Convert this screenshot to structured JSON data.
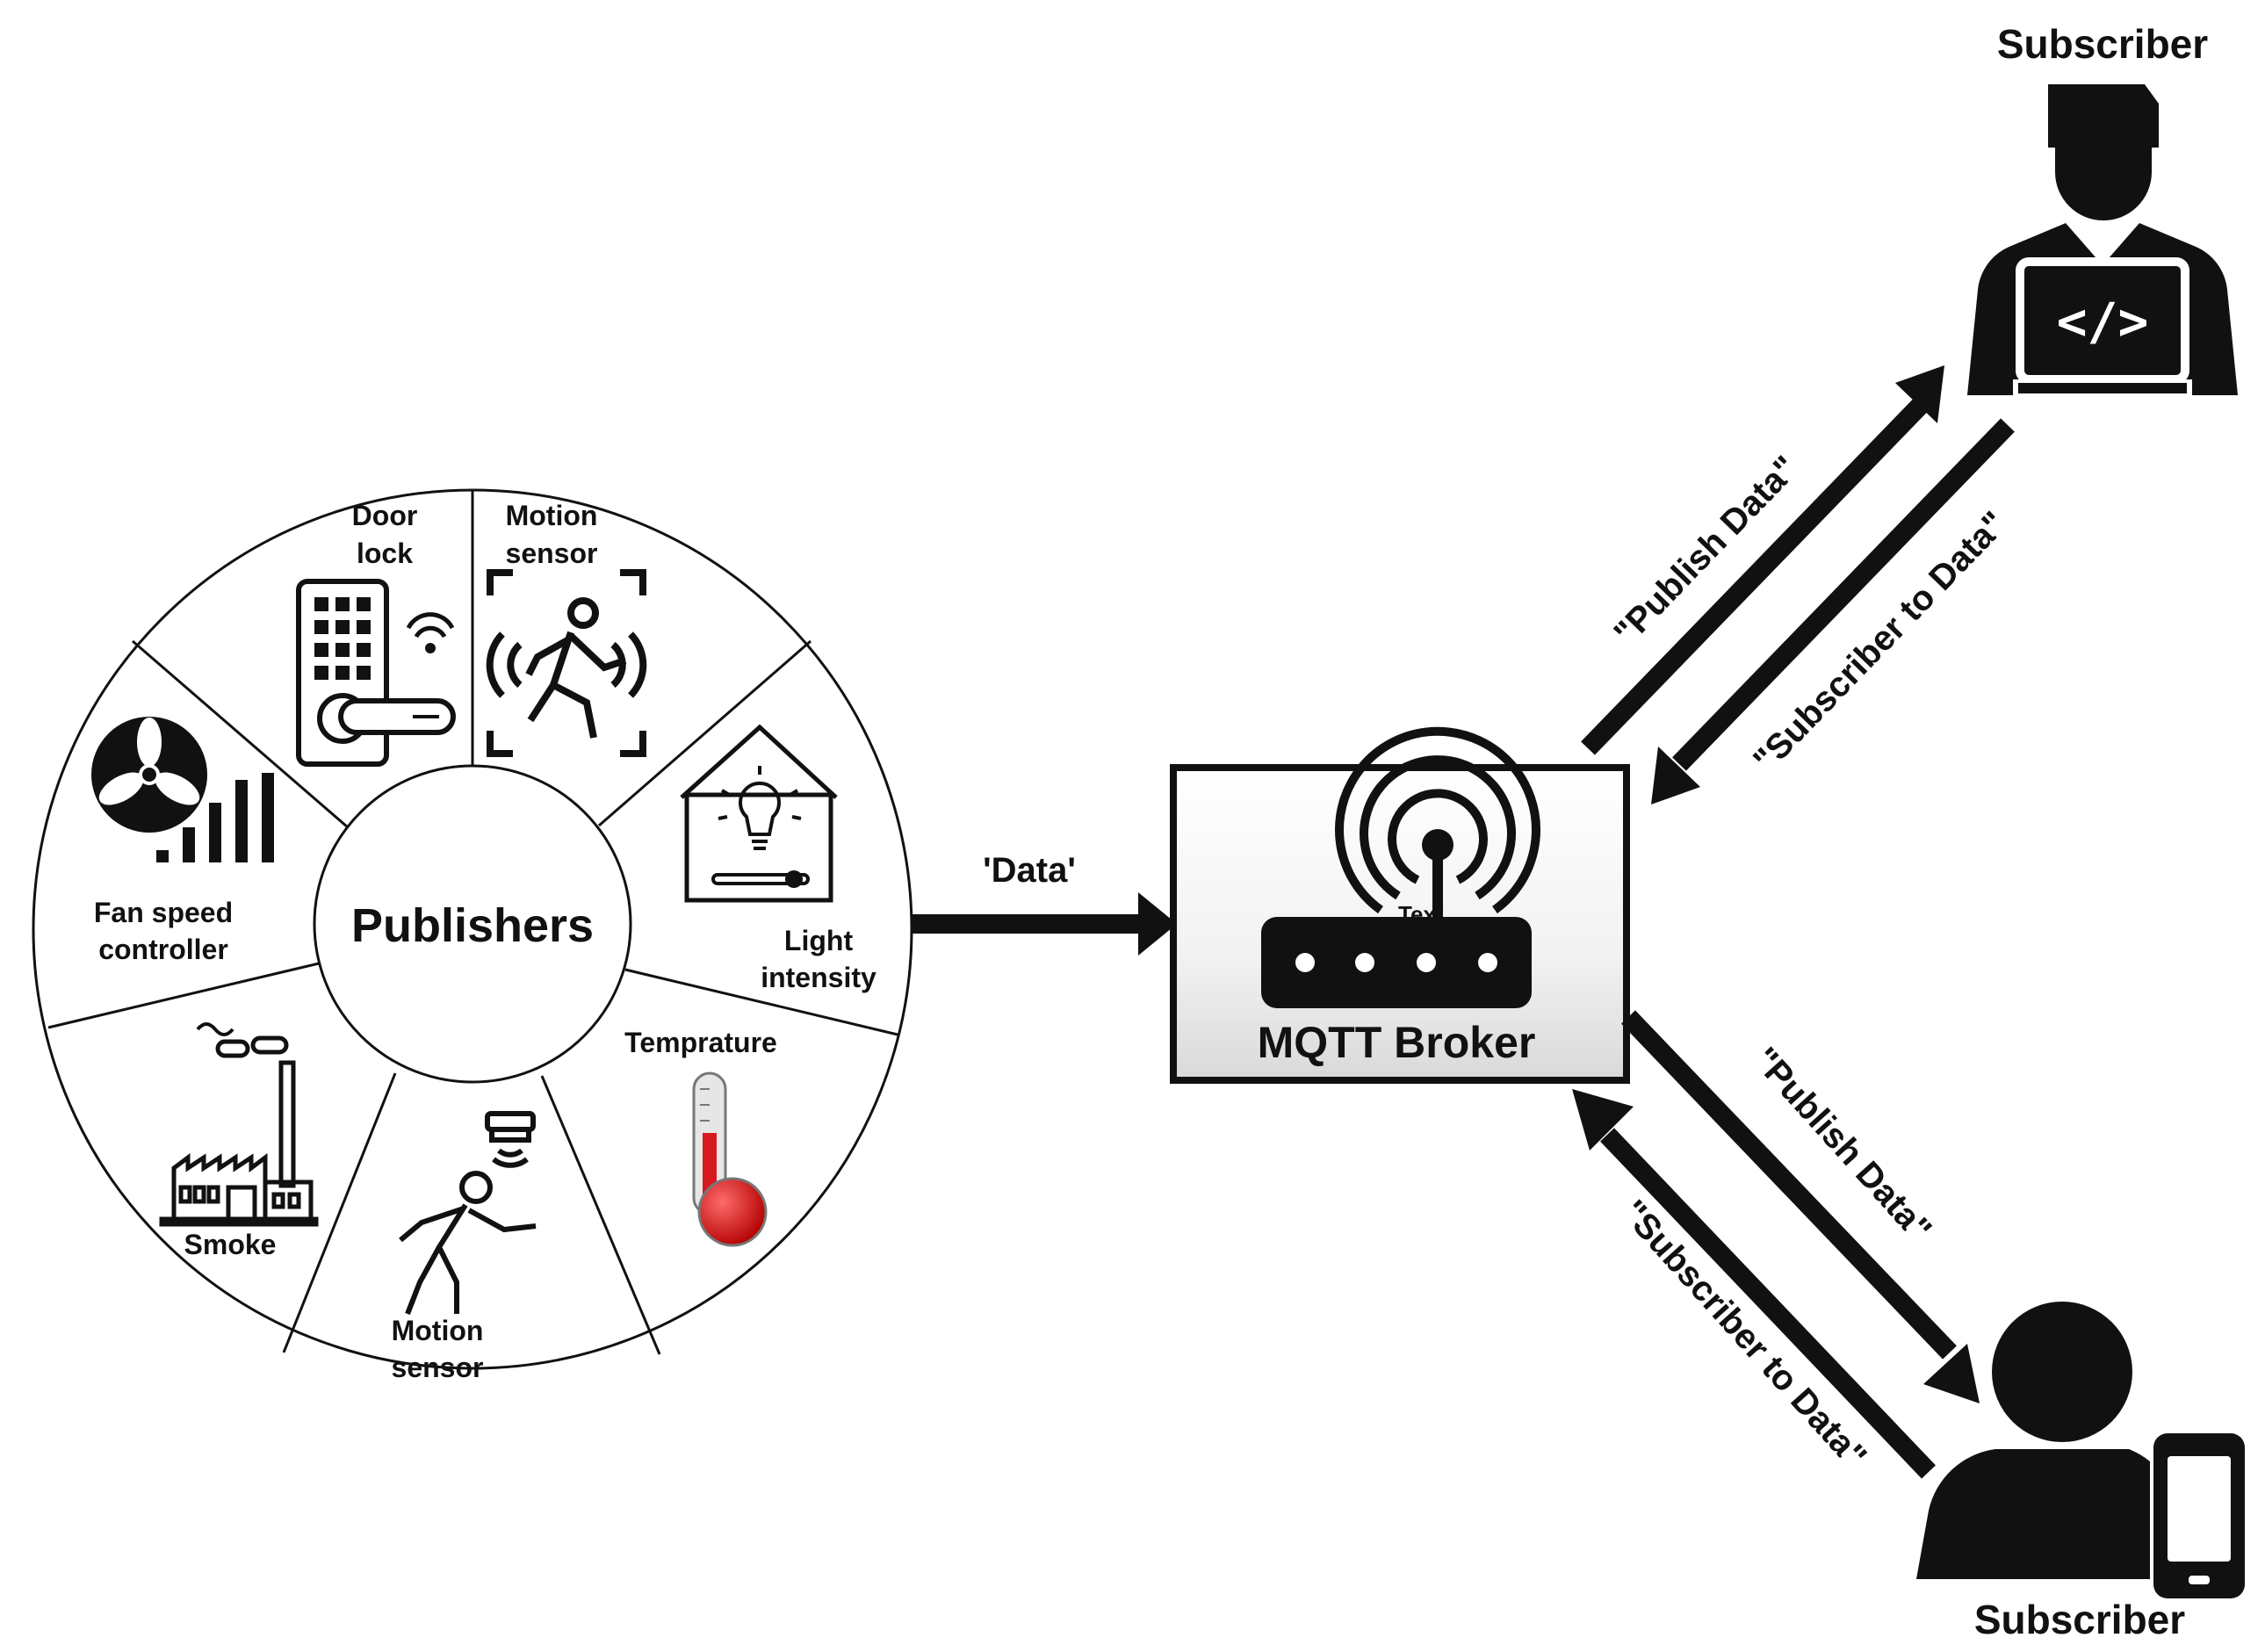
{
  "publishers": {
    "center_label": "Publishers",
    "sensors": [
      {
        "id": "door-lock",
        "lines": [
          "Door",
          "lock"
        ]
      },
      {
        "id": "motion-sensor-top",
        "lines": [
          "Motion",
          "sensor"
        ]
      },
      {
        "id": "light-intensity",
        "lines": [
          "Light",
          "intensity"
        ]
      },
      {
        "id": "temperature",
        "lines": [
          "Temprature"
        ]
      },
      {
        "id": "motion-sensor-bottom",
        "lines": [
          "Motion",
          "sensor"
        ]
      },
      {
        "id": "smoke",
        "lines": [
          "Smoke"
        ]
      },
      {
        "id": "fan-speed-controller",
        "lines": [
          "Fan speed",
          "controller"
        ]
      }
    ]
  },
  "data_arrow": {
    "label": "'Data'"
  },
  "broker": {
    "label": "MQTT Broker",
    "hidden_text": "Text"
  },
  "subscriber_top": {
    "title": "Subscriber",
    "publish_label": "\"Publish Data\"",
    "subscribe_label": "\"Subscriber to Data\""
  },
  "subscriber_bottom": {
    "title": "Subscriber",
    "publish_label": "\"Publish Data\"",
    "subscribe_label": "\"Subscriber to Data\""
  },
  "colors": {
    "ink": "#111111",
    "thermometer_red": "#d71920",
    "thermometer_glass": "#e6e6e6",
    "broker_fill_bottom": "#d9d9d9"
  }
}
